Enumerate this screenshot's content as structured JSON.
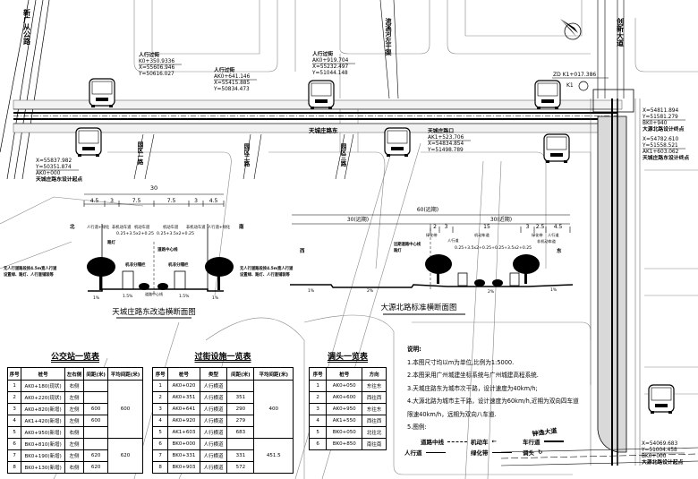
{
  "plan": {
    "roads": {
      "xinguangcong": "新广从公路",
      "chuangxin": "创新大道",
      "tianchengzhuang": "天城庄路东",
      "yuanqu1": "园区一路",
      "yuanqu2": "园区二路",
      "yuanqu3": "园区三路",
      "liuxi": "流溪河左干渠",
      "zhongbian": "钟逸大道"
    },
    "annotations": [
      {
        "lines": [
          "人行过街",
          "K0+350.9336",
          "X=55606.946",
          "Y=50616.027"
        ]
      },
      {
        "lines": [
          "人行过街",
          "AK0+641.146",
          "X=55415.885",
          "Y=50834.473"
        ]
      },
      {
        "lines": [
          "人行过街",
          "AK0+919.704",
          "X=55232.497",
          "Y=51044.148"
        ]
      },
      {
        "lines": [
          "天城庄路口",
          "AK1+523.706",
          "X=54834.854",
          "Y=51498.789"
        ]
      },
      {
        "lines": [
          "X=55837.982",
          "Y=50351.874",
          "AK0+000",
          "天城庄路东设计起点"
        ]
      },
      {
        "lines": [
          "X=54811.894",
          "Y=51581.279",
          "BK0+940",
          "大源北路设计终点"
        ]
      },
      {
        "lines": [
          "X=54782.610",
          "Y=51558.521",
          "AK1+603.062",
          "天城庄路东设计终点"
        ]
      },
      {
        "lines": [
          "X=54069.683",
          "Y=51004.458",
          "BK0+000",
          "大源北路设计起点"
        ]
      }
    ],
    "zd": "ZD  K1+017.386",
    "k1": "K1",
    "compass_icon": "north-arrow-icon"
  },
  "section1": {
    "title": "天城庄路东改造横断面图",
    "total": "30",
    "dims": [
      "4.5",
      "3",
      "7.5",
      "7.5",
      "3",
      "4.5"
    ],
    "labels": [
      "人行道+绿化",
      "非机动车道",
      "机动车道",
      "机动车道",
      "非机动车道",
      "人行道+绿化"
    ],
    "formula_left": "0.25+3.5x2+0.25",
    "formula_right": "0.25+3.5x2+0.25",
    "center": "道路中心线",
    "lamp": "路灯",
    "sep_left": "机非分隔栏",
    "sep_right": "机非分隔栏",
    "side_left": "北",
    "side_right": "南",
    "note_left": [
      "无人行道路段按4.5m宽人行道",
      "设置绿、路灯、人行道铺装等"
    ],
    "note_right": [
      "无人行道路段按4.5m宽人行道",
      "设置绿、路灯、人行道铺装等"
    ],
    "slopes": [
      "1%",
      "1.5%",
      "1.5%",
      "1%"
    ],
    "bottom": "道路中心线"
  },
  "section2": {
    "title": "大源北路标准横断面图",
    "total": "60(远期)",
    "half_left": "30(远期)",
    "half_right": "30(近期)",
    "dims": [
      "2",
      "3",
      "15",
      "3",
      "2.5",
      "4.5"
    ],
    "formula": "0.25+3.5x2+0.25+0.25+3.5x2+0.25",
    "labels": [
      "绿化带",
      "人行道",
      "机动车道",
      "绿化带",
      "非机动车道",
      "人行道"
    ],
    "side_left": "西",
    "side_right": "东",
    "note_mid": "远期道路中心线",
    "note_lamp": "路灯",
    "slopes": [
      "1%",
      "2%",
      "2%",
      "1%"
    ]
  },
  "bus_table": {
    "title": "公交站一览表",
    "headers": [
      "序号",
      "桩号",
      "左右侧",
      "间距(米)",
      "平均间距(米)"
    ],
    "rows": [
      [
        "1",
        "AK0+180(现状)",
        "右侧"
      ],
      [
        "2",
        "AK0+220(现状)",
        "左侧"
      ],
      [
        "3",
        "AK0+820(新增)",
        "左侧"
      ],
      [
        "4",
        "AK1+420(新增)",
        "左侧"
      ],
      [
        "5",
        "AK0+950(新增)",
        "右侧"
      ],
      [
        "6",
        "BK0+810(新增)",
        "左侧"
      ],
      [
        "7",
        "BK0+190(新增)",
        "左侧"
      ],
      [
        "8",
        "BK0+130(新增)",
        "右侧"
      ]
    ],
    "spacing": [
      "",
      "",
      "600",
      "600",
      "",
      "",
      "620",
      "620"
    ],
    "avg": [
      "600",
      "620"
    ]
  },
  "crossing_table": {
    "title": "过街设施一览表",
    "headers": [
      "序号",
      "桩号",
      "类型",
      "间距(米)",
      "平均间距(米)"
    ],
    "rows": [
      [
        "1",
        "AK0+020",
        "人行横道"
      ],
      [
        "2",
        "AK0+351",
        "人行横道"
      ],
      [
        "3",
        "AK0+641",
        "人行横道"
      ],
      [
        "4",
        "AK0+920",
        "人行横道"
      ],
      [
        "5",
        "AK1+603",
        "人行横道"
      ],
      [
        "6",
        "BK0+000",
        "人行横道"
      ],
      [
        "7",
        "BK0+331",
        "人行横道"
      ],
      [
        "8",
        "BK0+903",
        "人行横道"
      ]
    ],
    "spacing": [
      "",
      "351",
      "290",
      "279",
      "683",
      "",
      "331",
      "572"
    ],
    "avg": [
      "400",
      "451.5"
    ]
  },
  "uturn_table": {
    "title": "调头一览表",
    "headers": [
      "序号",
      "桩号",
      "方向"
    ],
    "rows": [
      [
        "1",
        "AK0+050",
        "东往东"
      ],
      [
        "2",
        "AK0+600",
        "西往西"
      ],
      [
        "3",
        "AK0+950",
        "东往东"
      ],
      [
        "4",
        "AK1+550",
        "西往西"
      ],
      [
        "5",
        "BK0+050",
        "北往北"
      ],
      [
        "6",
        "BK0+850",
        "南往南"
      ]
    ]
  },
  "notes": {
    "heading": "说明:",
    "items": [
      "1.本图尺寸均以m为单位,比例为1:5000.",
      "2.本图采用广州城建坐标系统与广州城建高程系统.",
      "3.天城庄路东为城市次干路，设计速度为40km/h;",
      "4.大源北路为城市主干路，设计速度为60km/h,近期为双向四车道",
      "限速40km/h，远期为双向八车道.",
      "5.图例:"
    ],
    "legend": [
      {
        "label": "道路中线",
        "icon": "centerline-icon"
      },
      {
        "label": "机动车",
        "icon": "arrow-left-icon"
      },
      {
        "label": "车行道",
        "icon": "line-icon"
      },
      {
        "label": "人行道",
        "icon": "line-icon"
      },
      {
        "label": "绿化带",
        "icon": "line-icon"
      },
      {
        "label": "调头",
        "icon": "u-turn-icon"
      }
    ]
  }
}
